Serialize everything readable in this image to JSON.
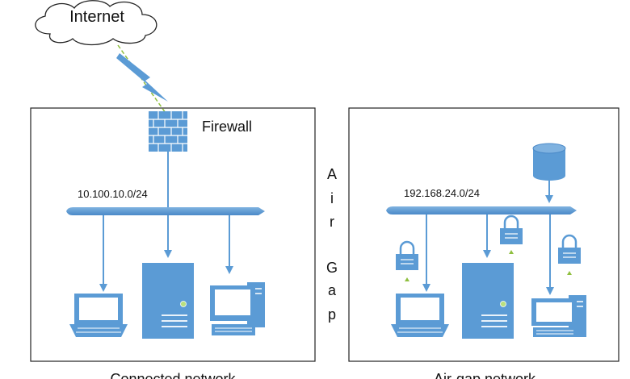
{
  "internet": {
    "label": "Internet",
    "icon": "cloud-icon"
  },
  "firewall": {
    "label": "Firewall",
    "icon": "firewall-brick-icon"
  },
  "connected_network": {
    "subnet": "10.100.10.0/24",
    "caption": "Connected network",
    "devices": [
      "laptop-icon",
      "server-icon",
      "desktop-computer-icon"
    ]
  },
  "air_gap": {
    "letters": [
      "A",
      "i",
      "r",
      "G",
      "a",
      "p"
    ]
  },
  "airgapped_network": {
    "subnet": "192.168.24.0/24",
    "caption": "Air-gap network",
    "devices": [
      "laptop-icon",
      "server-icon",
      "desktop-computer-icon"
    ],
    "storage_icon": "database-icon",
    "lock_icon": "padlock-icon"
  },
  "colors": {
    "accent": "#5b9bd5",
    "dark": "#3f7fbf",
    "lightning": "#5b9bd5",
    "link": "#8fbf3f"
  }
}
